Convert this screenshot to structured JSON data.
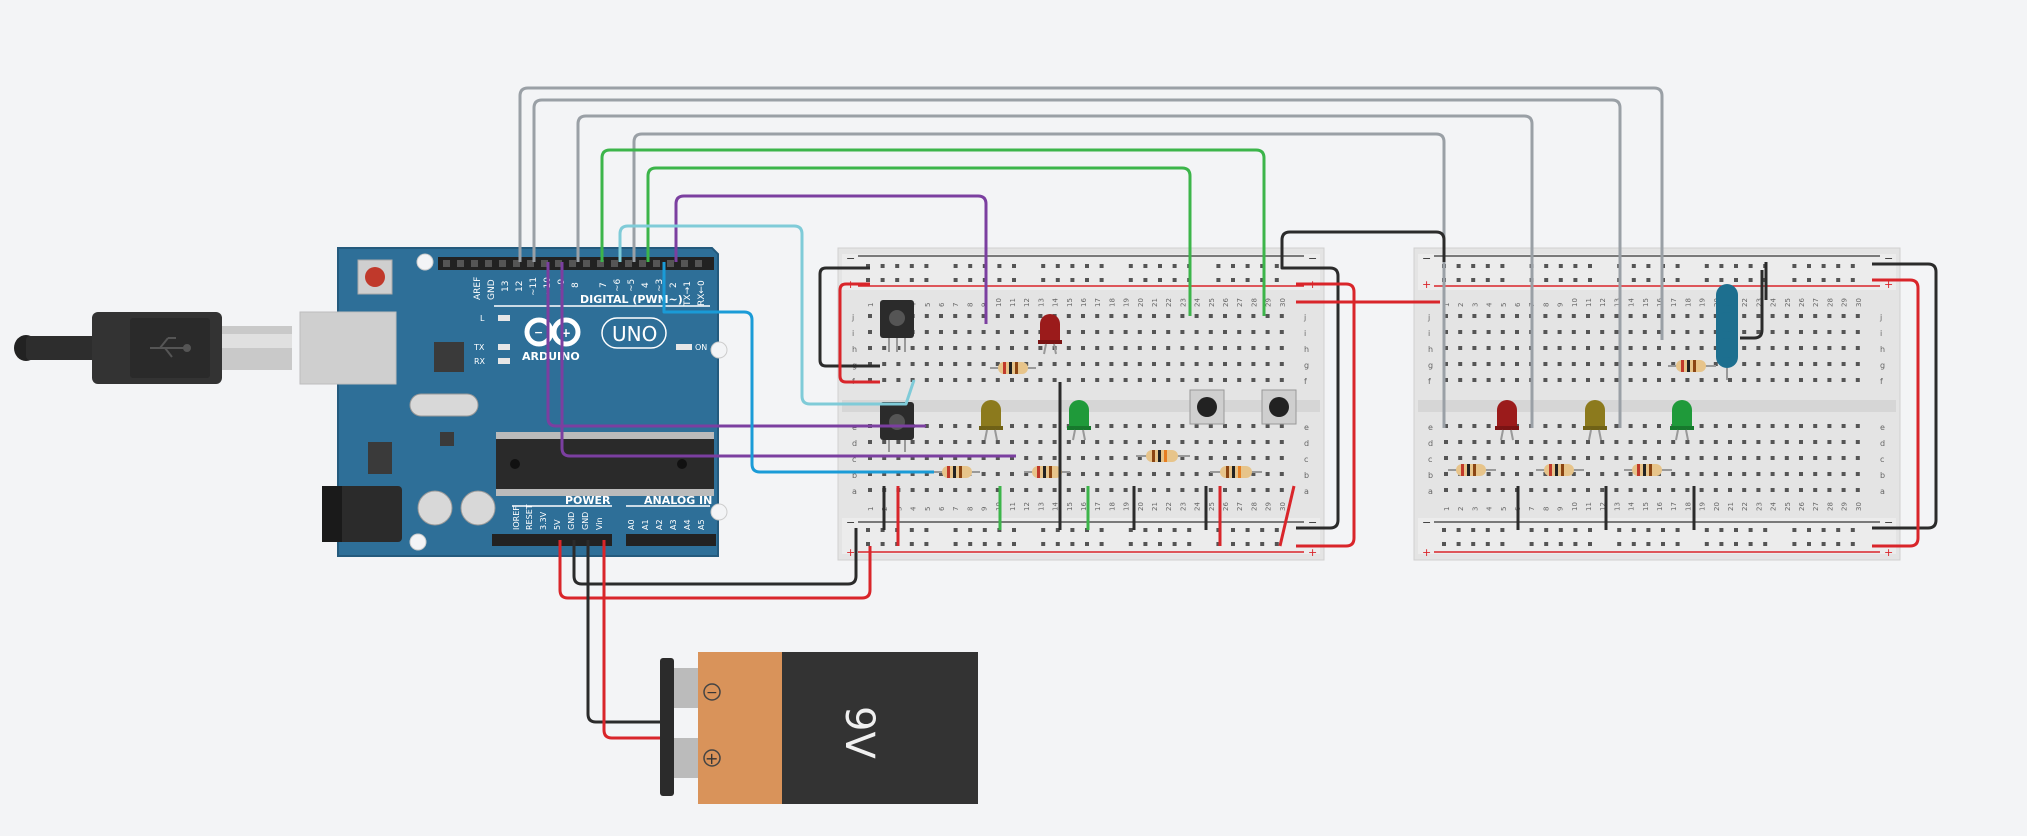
{
  "arduino": {
    "brand": "ARDUINO",
    "model": "UNO",
    "digital_label": "DIGITAL (PWM~)",
    "power_label": "POWER",
    "analog_label": "ANALOG IN",
    "on_label": "ON",
    "l_label": "L",
    "tx_label": "TX",
    "rx_label": "RX",
    "digital_pins": [
      "AREF",
      "GND",
      "13",
      "12",
      "~11",
      "~10",
      "~9",
      "8",
      "7",
      "~6",
      "~5",
      "4",
      "~3",
      "2",
      "TX→1",
      "RX←0"
    ],
    "power_pins": [
      "IOREF",
      "RESET",
      "3.3V",
      "5V",
      "GND",
      "GND",
      "Vin"
    ],
    "analog_pins": [
      "A0",
      "A1",
      "A2",
      "A3",
      "A4",
      "A5"
    ]
  },
  "battery": {
    "label": "9V",
    "minus": "−",
    "plus": "+"
  },
  "breadboard": {
    "row_letters_top": [
      "j",
      "i",
      "h",
      "g",
      "f"
    ],
    "row_letters_bottom": [
      "e",
      "d",
      "c",
      "b",
      "a"
    ],
    "rail_minus": "−",
    "rail_plus": "+",
    "column_numbers": [
      "1",
      "2",
      "3",
      "4",
      "5",
      "6",
      "7",
      "8",
      "9",
      "10",
      "11",
      "12",
      "13",
      "14",
      "15",
      "16",
      "17",
      "18",
      "19",
      "20",
      "21",
      "22",
      "23",
      "24",
      "25",
      "26",
      "27",
      "28",
      "29",
      "30"
    ]
  },
  "colors": {
    "arduino_blue": "#2e6f98",
    "wire_gray": "#9aa0a6",
    "wire_green": "#3cb54a",
    "wire_purple": "#7b3fa0",
    "wire_cyan": "#7fcbd8",
    "wire_blue": "#1a9bd7",
    "wire_red": "#d9252a",
    "wire_black": "#2b2b2b",
    "led_red": "#9b1b1b",
    "led_yellow": "#8c7a1d",
    "led_green": "#1f9a3a",
    "led_blue": "#1d6f8f",
    "battery_orange": "#d9935a",
    "battery_black": "#333333"
  },
  "icons": [
    "usb-icon",
    "arduino-infinity-logo",
    "reset-button-icon"
  ]
}
